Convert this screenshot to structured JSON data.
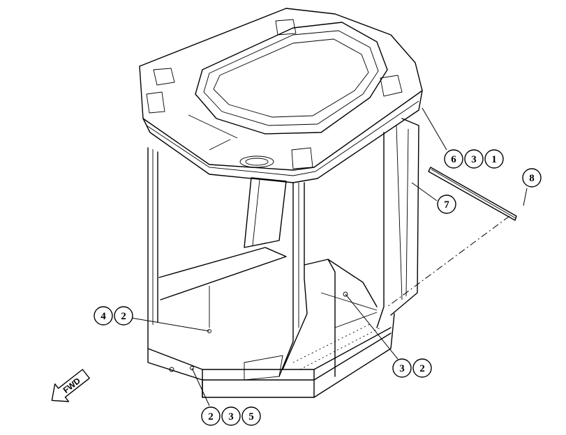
{
  "callouts": [
    {
      "id": "c-631",
      "digits": [
        "6",
        "3",
        "1"
      ]
    },
    {
      "id": "c-7",
      "digits": [
        "7"
      ]
    },
    {
      "id": "c-8",
      "digits": [
        "8"
      ]
    },
    {
      "id": "c-42",
      "digits": [
        "4",
        "2"
      ]
    },
    {
      "id": "c-32",
      "digits": [
        "3",
        "2"
      ]
    },
    {
      "id": "c-235",
      "digits": [
        "2",
        "3",
        "5"
      ]
    }
  ],
  "direction_arrow": {
    "label": "FWD"
  }
}
